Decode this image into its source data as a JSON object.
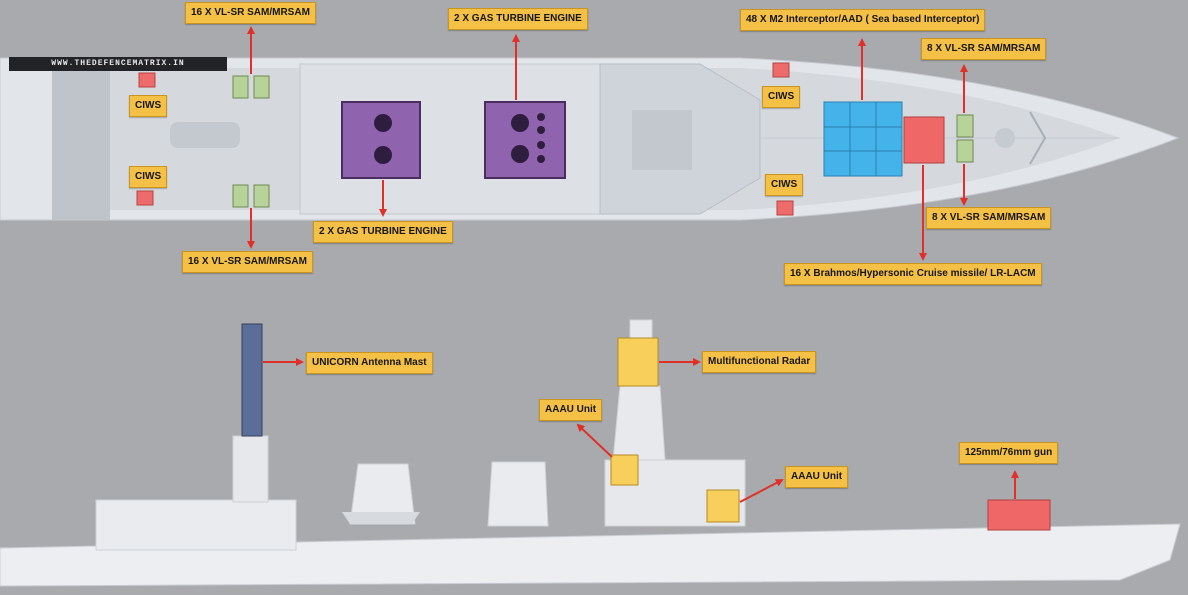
{
  "watermark": "WWW.THEDEFENCEMATRIX.IN",
  "labels": {
    "vlsr_top_left": "16 X VL-SR SAM/MRSAM",
    "gas_turbine_top": "2 X GAS TURBINE ENGINE",
    "interceptor": "48 X M2 Interceptor/AAD ( Sea based Interceptor)",
    "vlsr_top_right": "8 X VL-SR SAM/MRSAM",
    "ciws_top_left": "CIWS",
    "ciws_bottom_left": "CIWS",
    "ciws_top_right": "CIWS",
    "ciws_bottom_right": "CIWS",
    "gas_turbine_bottom": "2 X GAS TURBINE ENGINE",
    "vlsr_bottom_left": "16 X VL-SR SAM/MRSAM",
    "vlsr_bottom_right": "8 X VL-SR SAM/MRSAM",
    "brahmos": "16 X Brahmos/Hypersonic Cruise missile/ LR-LACM",
    "unicorn": "UNICORN Antenna Mast",
    "radar": "Multifunctional Radar",
    "aaau_left": "AAAU Unit",
    "aaau_right": "AAAU Unit",
    "gun": "125mm/76mm gun"
  },
  "colors": {
    "background": "#a9aaae",
    "hull": "#e1e4e8",
    "deck": "#d4d8dd",
    "callout": "#f5c046",
    "arrow": "#e0302a",
    "vls_green": "#b7d39a",
    "turbine_purple": "#8f63ad",
    "interceptor_blue": "#44b3ea",
    "brahmos_red": "#ef6767",
    "mast_blue": "#5b6e9a",
    "aaau_yellow": "#f7cf5a"
  }
}
